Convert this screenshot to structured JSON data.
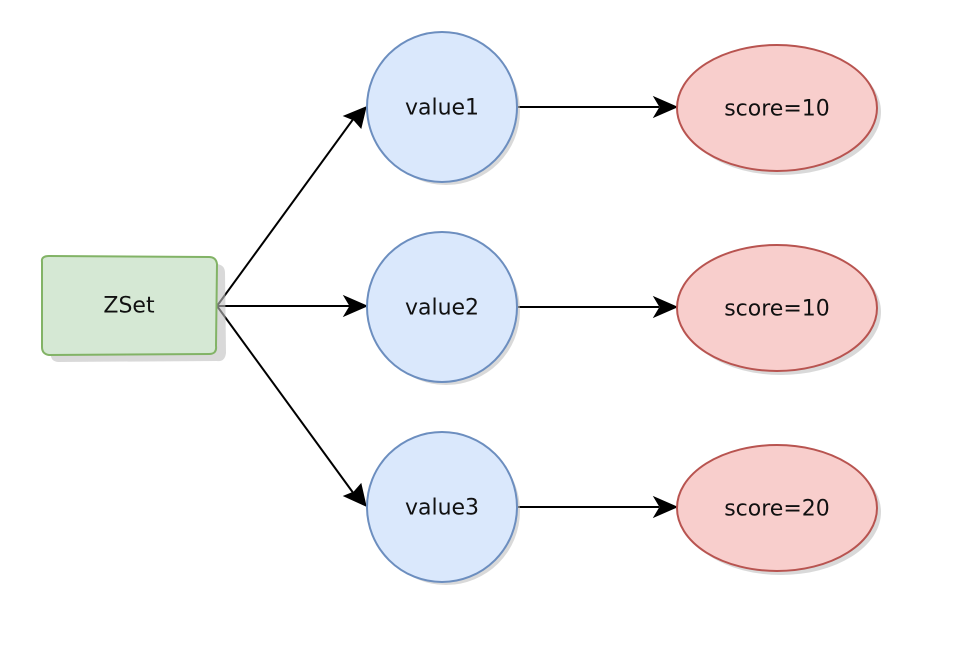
{
  "diagram": {
    "root": {
      "label": "ZSet"
    },
    "members": [
      {
        "value": "value1",
        "score": "score=10"
      },
      {
        "value": "value2",
        "score": "score=10"
      },
      {
        "value": "value3",
        "score": "score=20"
      }
    ]
  },
  "colors": {
    "root_fill": "#d5e8d4",
    "root_stroke": "#82b366",
    "value_fill": "#dae8fc",
    "value_stroke": "#6c8ebf",
    "score_fill": "#f8cecc",
    "score_stroke": "#b85450",
    "edge": "#000000",
    "shadow": "#bfbfbf"
  }
}
